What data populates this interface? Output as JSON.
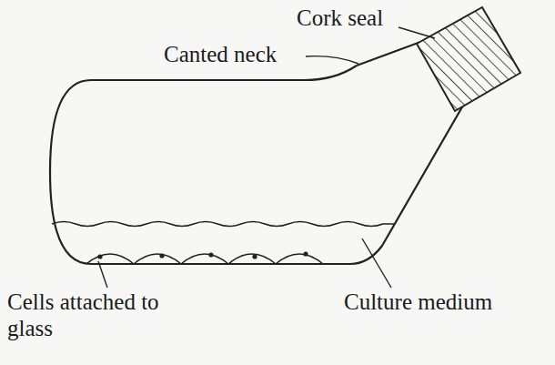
{
  "diagram": {
    "labels": [
      "Cork seal",
      "Canted neck",
      "Cells attached to glass",
      "Culture medium"
    ]
  }
}
